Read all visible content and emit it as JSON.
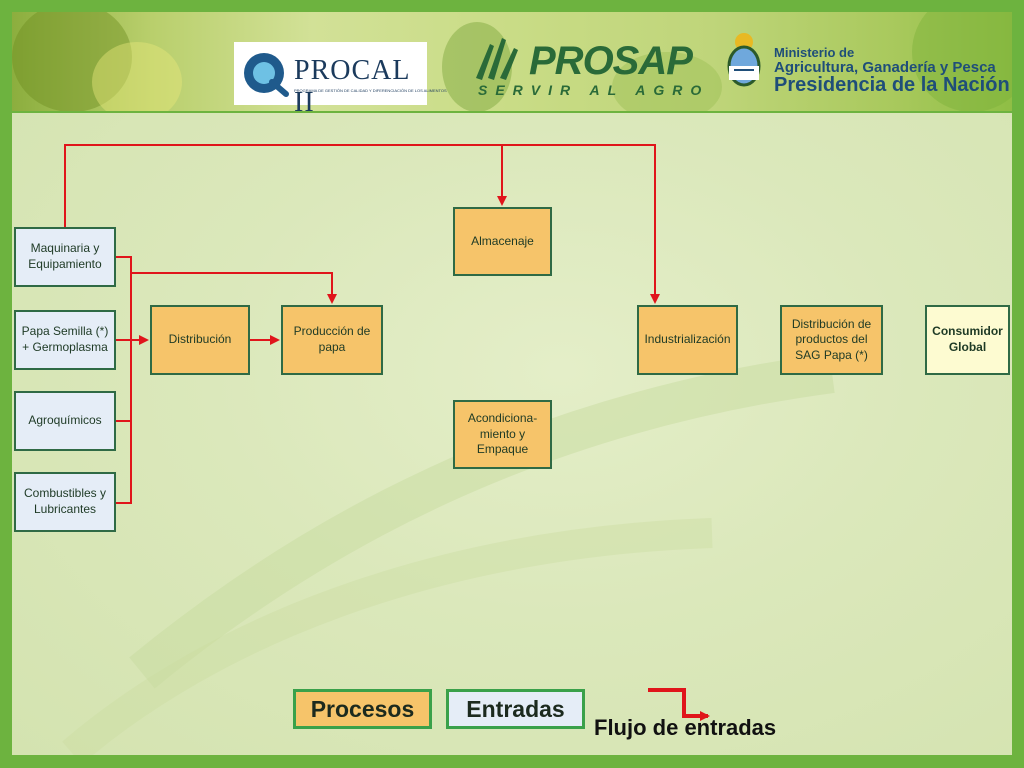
{
  "header": {
    "procal": {
      "name": "PROCAL II",
      "subtitle": "PROGRAMA DE GESTIÓN DE CALIDAD Y DIFERENCIACIÓN DE LOS ALIMENTOS"
    },
    "prosap": {
      "name": "PROSAP",
      "tagline": "SERVIR AL AGRO"
    },
    "ministerio": {
      "line1": "Ministerio de",
      "line2": "Agricultura, Ganadería y Pesca",
      "line3": "Presidencia de la Nación"
    }
  },
  "diagram": {
    "inputs": [
      {
        "label": "Maquinaria y Equipamiento"
      },
      {
        "label": "Papa Semilla (*) + Germoplasma"
      },
      {
        "label": "Agroquímicos"
      },
      {
        "label": "Combustibles y Lubricantes"
      }
    ],
    "processes": {
      "distribucion": "Distribución",
      "produccion": "Producción de papa",
      "almacenaje": "Almacenaje",
      "acondicionamiento": "Acondiciona-miento y Empaque",
      "industrializacion": "Industrialización",
      "distribucion_productos": "Distribución de productos del SAG Papa (*)"
    },
    "consumer": "Consumidor Global"
  },
  "legend": {
    "procesos": "Procesos",
    "entradas": "Entradas",
    "flujo": "Flujo de entradas"
  },
  "colors": {
    "frame": "#6db33f",
    "process_fill": "#f6c46a",
    "input_fill": "#e5edf7",
    "consumer_fill": "#fdfbd1",
    "box_border": "#2f6a45",
    "flow_arrow": "#e0151b"
  }
}
